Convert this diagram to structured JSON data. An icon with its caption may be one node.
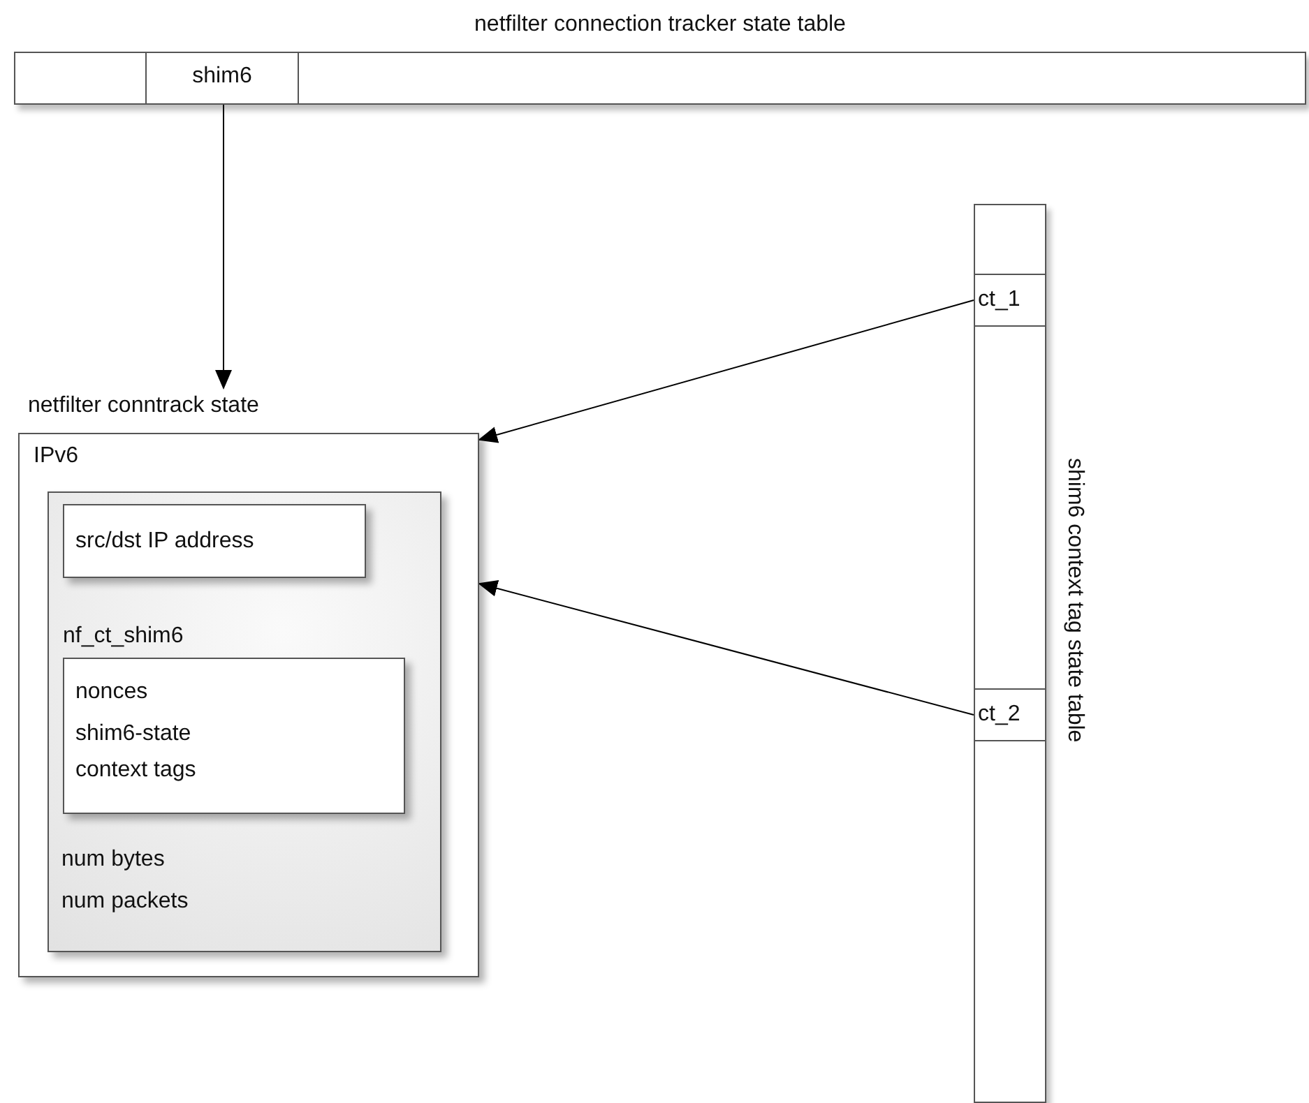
{
  "diagram": {
    "nodes": [
      {
        "text": [
          "netfilter connection tracker state table"
        ]
      },
      {
        "text": [
          "shim6"
        ],
        "in": 0
      },
      {
        "text": [
          "netfilter conntrack state",
          "IPv6"
        ]
      },
      {
        "text": [
          "num bytes",
          "num packets"
        ],
        "in": 2
      },
      {
        "text": [
          "src/dst IP address"
        ],
        "in": 3
      },
      {
        "text": [
          "nf_ct_shim6",
          "nonces",
          "shim6-state",
          "context tags"
        ],
        "in": 3
      },
      {
        "text": [
          "shim6 context tag state table"
        ]
      },
      {
        "text": [
          "ct_1"
        ],
        "in": 6
      },
      {
        "text": [
          "ct_2"
        ],
        "in": 6
      }
    ],
    "edges": [
      {
        "from": 1,
        "to": 2,
        "arrow": "to"
      },
      {
        "from": 7,
        "to": 2,
        "arrow": "to"
      },
      {
        "from": 8,
        "to": 2,
        "arrow": "to"
      }
    ]
  }
}
